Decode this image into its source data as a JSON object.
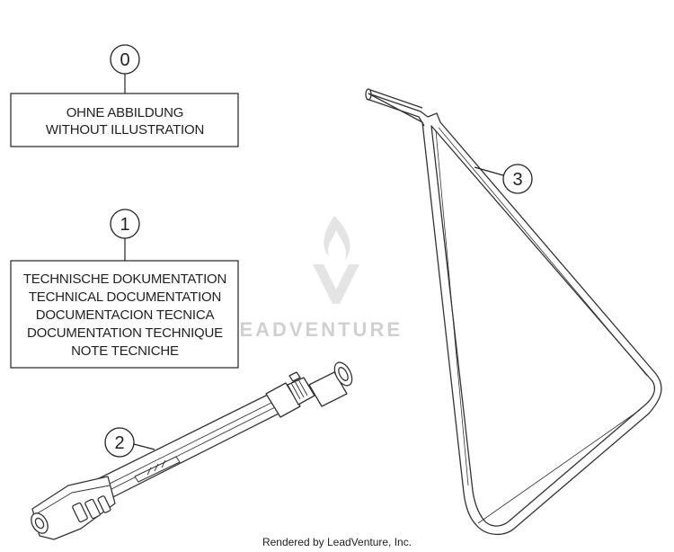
{
  "callouts": {
    "c0": "0",
    "c1": "1",
    "c2": "2",
    "c3": "3"
  },
  "box0": {
    "line1": "OHNE ABBILDUNG",
    "line2": "WITHOUT ILLUSTRATION"
  },
  "box1": {
    "line1": "TECHNISCHE DOKUMENTATION",
    "line2": "TECHNICAL DOCUMENTATION",
    "line3": "DOCUMENTACION TECNICA",
    "line4": "DOCUMENTATION TECHNIQUE",
    "line5": "NOTE TECNICHE"
  },
  "watermark": {
    "text": "LEADVENTURE"
  },
  "footer": {
    "text": "Rendered by LeadVenture, Inc."
  }
}
